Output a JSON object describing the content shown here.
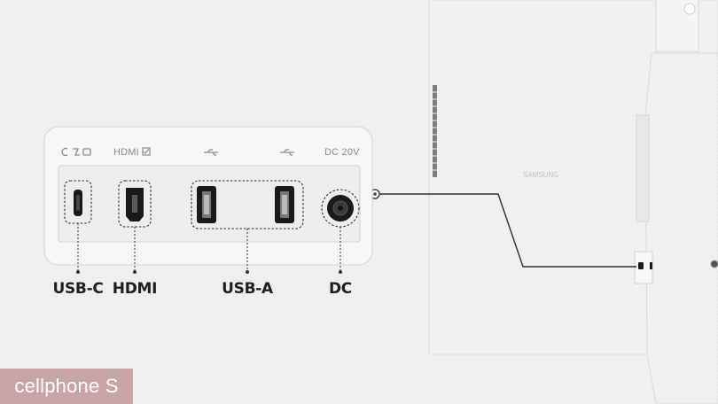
{
  "port_panel": {
    "top_labels": {
      "usb_c": "",
      "hdmi": "HDMI",
      "dc": "DC 20V"
    },
    "callouts": {
      "usb_c": "USB-C",
      "hdmi": "HDMI",
      "usb_a": "USB-A",
      "dc": "DC"
    }
  },
  "monitor": {
    "brand_text": "SAMSUNG"
  },
  "watermark": {
    "text": "cellphone S"
  },
  "colors": {
    "background": "#efefef",
    "panel": "#f5f5f5",
    "port_black": "#1a1a1a",
    "watermark": "#c9a4a6"
  }
}
